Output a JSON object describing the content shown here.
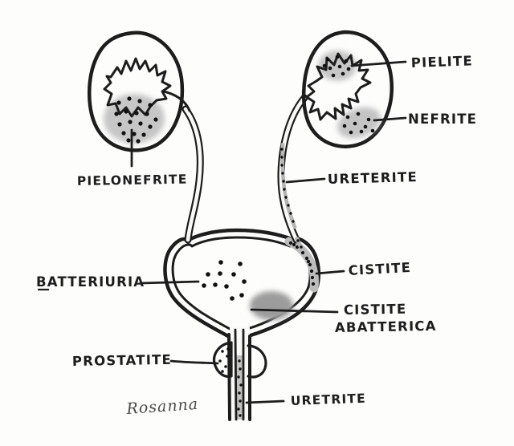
{
  "figure": {
    "type": "hand-drawn-medical-diagram",
    "subject": "urinary tract infection sites"
  },
  "labels": {
    "pielite": "PIELITE",
    "nefrite": "NEFRITE",
    "pielonefrite": "PIELONEFRITE",
    "ureterite": "URETERITE",
    "cistite": "CISTITE",
    "batteriuria": "BATTERIURIA",
    "cistite_abatterica_line1": "CISTITE",
    "cistite_abatterica_line2": "ABATTERICA",
    "prostatite": "PROSTATITE",
    "uretrite": "URETRITE"
  },
  "signature": "Rosanna",
  "colors": {
    "ink": "#1d1d1d",
    "stipple_shade": "#c4c4c4",
    "dark_blob": "#9c9c9c",
    "paper": "#fdfdfc"
  }
}
